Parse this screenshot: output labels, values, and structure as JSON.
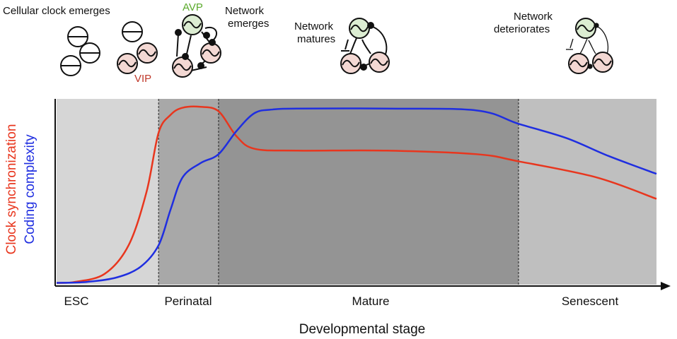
{
  "colors": {
    "esc_band": "#d6d6d6",
    "perinatal_band": "#a8a8a8",
    "mature_band": "#949494",
    "senescent_band": "#bfbfbf",
    "sync_curve": "#e8361e",
    "complexity_curve": "#1f2ee0",
    "avp": "#5aaa2b",
    "vip": "#c0392b",
    "avp_fill": "#dcedd2",
    "vip_fill": "#f3d8d3"
  },
  "annotations": {
    "cellular_clock": "Cellular clock emerges",
    "avp": "AVP",
    "vip": "VIP",
    "network_emerges_1": "Network",
    "network_emerges_2": "emerges",
    "network_matures_1": "Network",
    "network_matures_2": "matures",
    "network_deteriorates_1": "Network",
    "network_deteriorates_2": "deteriorates"
  },
  "icons": [
    "oscillator-cell-icon",
    "network-cluster-icon"
  ],
  "chart_data": {
    "type": "line",
    "xlabel": "Developmental stage",
    "ylabels": {
      "sync": "Clock synchronization",
      "complexity": "Coding complexity"
    },
    "stages": [
      "ESC",
      "Perinatal",
      "Mature",
      "Senescent"
    ],
    "stage_bounds": [
      0,
      0.17,
      0.27,
      0.77,
      1.0
    ],
    "ylim": [
      0,
      1
    ],
    "series": [
      {
        "name": "Clock synchronization",
        "color": "#e8361e",
        "x": [
          0,
          0.03,
          0.08,
          0.12,
          0.15,
          0.17,
          0.19,
          0.21,
          0.24,
          0.27,
          0.3,
          0.33,
          0.4,
          0.55,
          0.7,
          0.77,
          0.9,
          1.0
        ],
        "y": [
          0.01,
          0.015,
          0.06,
          0.22,
          0.52,
          0.85,
          0.95,
          0.99,
          0.995,
          0.97,
          0.83,
          0.76,
          0.75,
          0.75,
          0.73,
          0.69,
          0.6,
          0.48
        ]
      },
      {
        "name": "Coding complexity",
        "color": "#1f2ee0",
        "x": [
          0,
          0.05,
          0.1,
          0.14,
          0.17,
          0.19,
          0.21,
          0.24,
          0.27,
          0.3,
          0.33,
          0.36,
          0.4,
          0.55,
          0.7,
          0.77,
          0.85,
          0.92,
          1.0
        ],
        "y": [
          0.01,
          0.015,
          0.04,
          0.1,
          0.22,
          0.42,
          0.6,
          0.68,
          0.73,
          0.86,
          0.96,
          0.98,
          0.985,
          0.985,
          0.975,
          0.9,
          0.82,
          0.72,
          0.62
        ]
      }
    ]
  }
}
